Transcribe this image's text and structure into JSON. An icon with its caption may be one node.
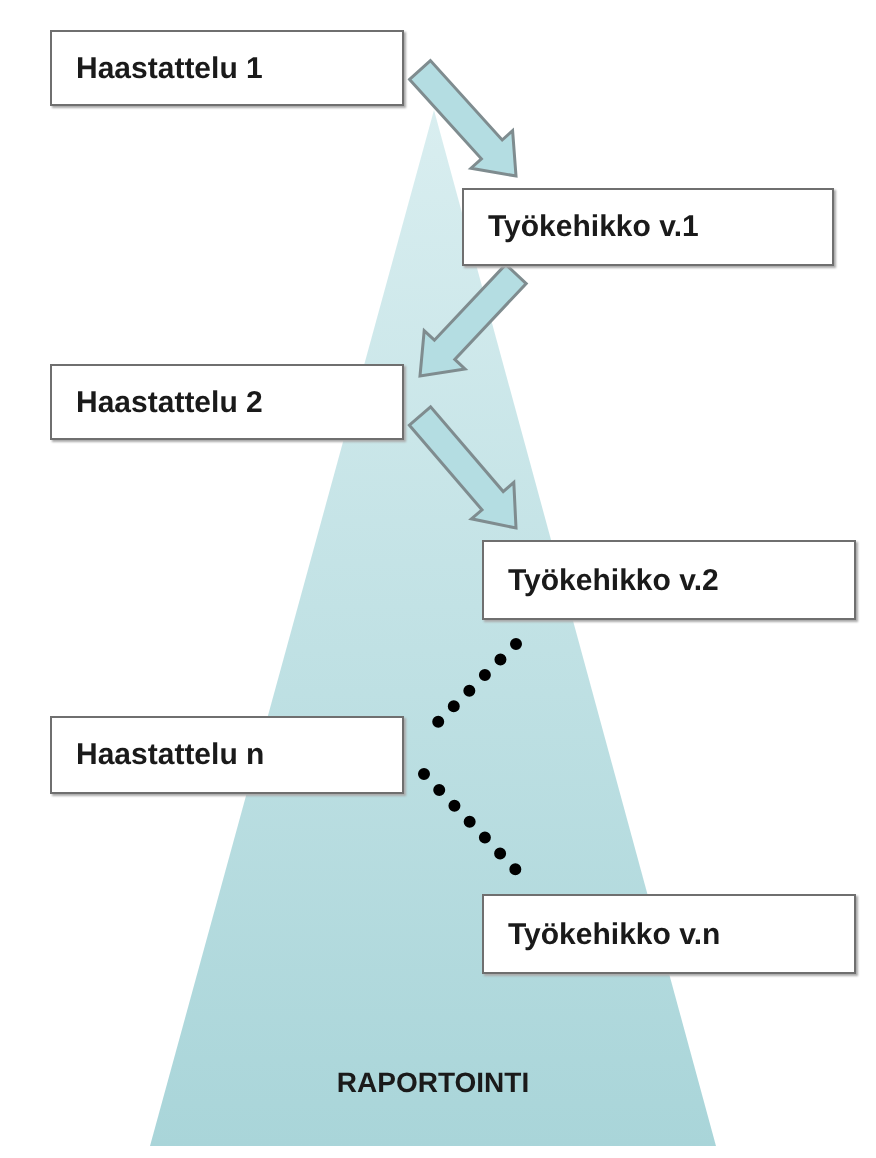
{
  "diagram": {
    "nodes": [
      {
        "text": [
          "Haastattelu 1"
        ]
      },
      {
        "text": [
          "Työkehikko v.1"
        ]
      },
      {
        "text": [
          "Haastattelu 2"
        ]
      },
      {
        "text": [
          "Työkehikko v.2"
        ]
      },
      {
        "text": [
          "Haastattelu n"
        ]
      },
      {
        "text": [
          "Työkehikko v.n"
        ]
      }
    ],
    "edges": [
      {
        "from": 0,
        "to": 1,
        "arrow": "to"
      },
      {
        "from": 1,
        "to": 2,
        "arrow": "to"
      },
      {
        "from": 2,
        "to": 3,
        "arrow": "to"
      },
      {
        "from": 3,
        "to": 4,
        "arrow": "none",
        "style": "dashed",
        "color": "#000000"
      },
      {
        "from": 4,
        "to": 5,
        "arrow": "none",
        "style": "dashed",
        "color": "#000000"
      }
    ],
    "labels": [
      "RAPORTOINTI"
    ]
  }
}
